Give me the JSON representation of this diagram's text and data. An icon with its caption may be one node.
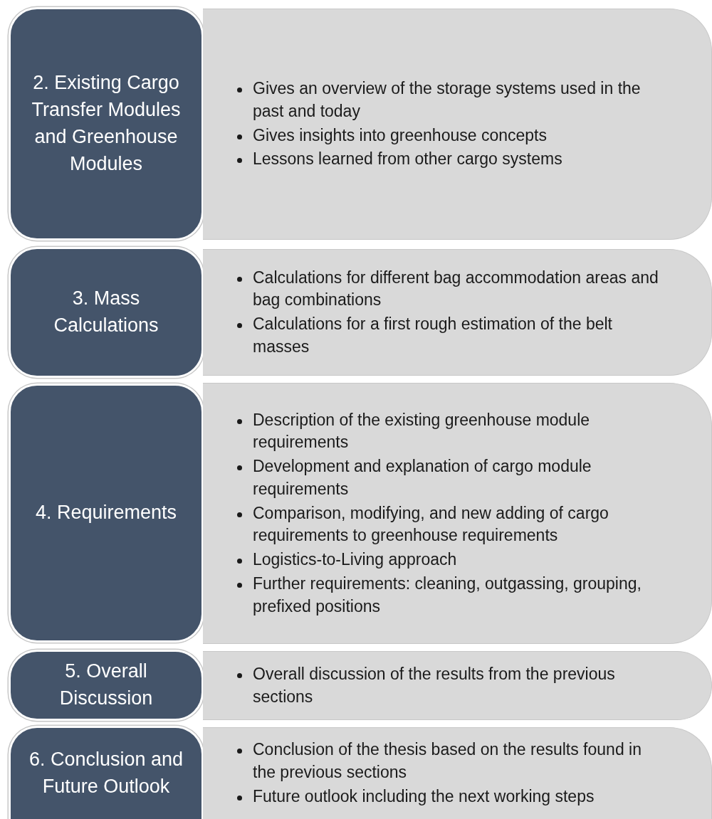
{
  "diagram": {
    "nodes": [
      {
        "text": [
          "2. Existing Cargo Transfer Modules and Greenhouse Modules"
        ]
      },
      {
        "text": [
          "Gives an overview of the storage systems used in the past and today",
          "Gives insights into greenhouse concepts",
          "Lessons learned from other cargo systems"
        ]
      },
      {
        "text": [
          "3. Mass Calculations"
        ]
      },
      {
        "text": [
          "Calculations for different bag accommodation areas and bag combinations",
          "Calculations for a first rough estimation of the belt masses"
        ]
      },
      {
        "text": [
          "4. Requirements"
        ]
      },
      {
        "text": [
          "Description of the existing greenhouse module requirements",
          "Development and explanation of cargo module requirements",
          "Comparison, modifying, and new adding of cargo requirements to greenhouse requirements",
          "Logistics-to-Living approach",
          "Further requirements: cleaning, outgassing, grouping, prefixed positions"
        ]
      },
      {
        "text": [
          "5. Overall Discussion"
        ]
      },
      {
        "text": [
          "Overall discussion of the results from the previous sections"
        ]
      },
      {
        "text": [
          "6. Conclusion and Future Outlook"
        ]
      },
      {
        "text": [
          "Conclusion of the thesis based on the results found in the previous sections",
          "Future outlook including the next working steps"
        ]
      }
    ],
    "edges": []
  }
}
